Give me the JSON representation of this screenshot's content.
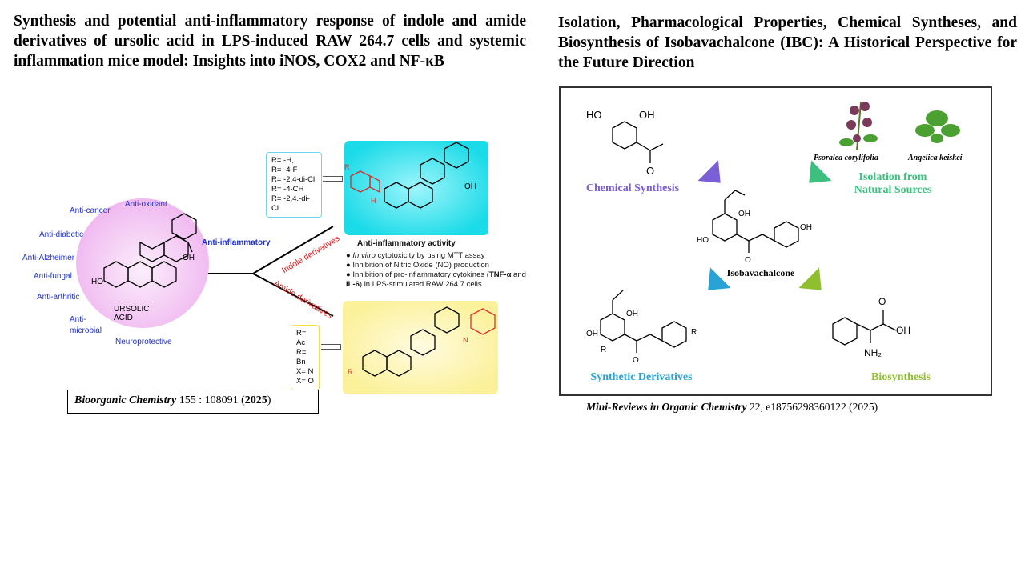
{
  "left": {
    "title": "Synthesis and potential anti-inflammatory response of indole and amide derivatives of ursolic acid in LPS-induced RAW 264.7 cells and systemic inflammation mice model: Insights into iNOS, COX2 and NF-κB",
    "activities": [
      "Anti-cancer",
      "Anti-oxidant",
      "Anti-diabetic",
      "Anti-Alzheimer",
      "Anti-fungal",
      "Anti-arthritic",
      "Anti-",
      "microbial",
      "Neuroprotective"
    ],
    "compound": "URSOLIC ACID",
    "branch": "Anti-inflammatory",
    "indole": "Indole derivatives",
    "amide": "Amide derivatives",
    "indole_r": [
      "R= -H,",
      "R= -4-F",
      "R= -2,4-di-Cl",
      "R= -4-CH",
      "R= -2,4.-di-Cl"
    ],
    "amide_r": [
      "R= Ac",
      "R= Bn",
      "X= N",
      "X= O"
    ],
    "activity_title": "Anti-inflammatory activity",
    "activity_items": [
      {
        "it": "In vitro",
        "rest": " cytotoxicity by using MTT assay"
      },
      {
        "text": "Inhibition of Nitric Oxide (NO) production"
      },
      {
        "a": "Inhibition of pro-inflammatory cytokines (",
        "b": "TNF-α",
        "c": " and ",
        "d": "IL-6",
        "e": ") in LPS-stimulated RAW 264.7 cells"
      }
    ],
    "citation": {
      "journal": "Bioorganic Chemistry",
      "vol": " 155 : 108091 (",
      "year": "2025",
      ")": ")"
    }
  },
  "right": {
    "title": "Isolation, Pharmacological Properties, Chemical Syntheses, and Biosynthesis of Isobavachalcone (IBC): A Historical Perspective for the Future Direction",
    "chem_synthesis": "Chemical Synthesis",
    "plant1": "Psoralea corylifolia",
    "plant2": "Angelica keiskei",
    "isolation": "Isolation from Natural Sources",
    "center": "Isobavachalcone",
    "synthetic": "Synthetic Derivatives",
    "biosynthesis": "Biosynthesis",
    "citation": {
      "journal": "Mini-Reviews in Organic Chemistry",
      "rest": " 22, e18756298360122 (2025)"
    },
    "colors": {
      "chem": "#7b5fd6",
      "iso": "#3dbf7f",
      "syn": "#29a3d6",
      "bio": "#8fbf2f"
    }
  }
}
